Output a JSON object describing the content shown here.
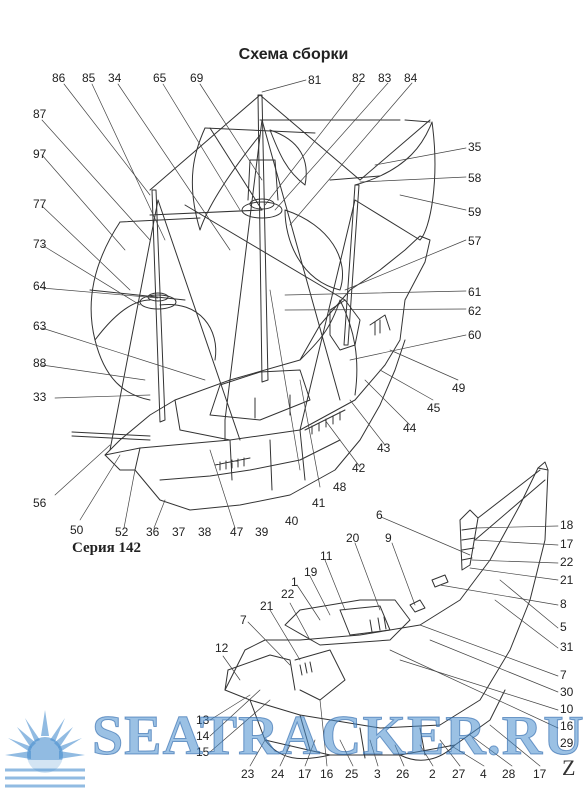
{
  "title": "Схема сборки",
  "series": "Серия 142",
  "watermark": "SEATRACKER.RU",
  "page_mark": "Z",
  "upper_labels": {
    "l86": "86",
    "l85": "85",
    "l34": "34",
    "l65": "65",
    "l69": "69",
    "l81": "81",
    "l82": "82",
    "l83": "83",
    "l84": "84",
    "l87": "87",
    "l97": "97",
    "l77": "77",
    "l73": "73",
    "l64": "64",
    "l63": "63",
    "l88": "88",
    "l33": "33",
    "l56": "56",
    "l50": "50",
    "l52": "52",
    "l36": "36",
    "l37": "37",
    "l38": "38",
    "l47": "47",
    "l39": "39",
    "l40": "40",
    "l41": "41",
    "l48": "48",
    "l42": "42",
    "l43": "43",
    "l44": "44",
    "l45": "45",
    "l49": "49",
    "l60": "60",
    "l62": "62",
    "l61": "61",
    "l57": "57",
    "l59": "59",
    "l58": "58",
    "l35": "35"
  },
  "lower_labels": {
    "l6": "6",
    "l18": "18",
    "l17a": "17",
    "l22a": "22",
    "l21a": "21",
    "l8": "8",
    "l20": "20",
    "l9": "9",
    "l11": "11",
    "l19": "19",
    "l1": "1",
    "l22b": "22",
    "l21b": "21",
    "l5": "5",
    "l31": "31",
    "l7a": "7",
    "l7b": "7",
    "l30": "30",
    "l10": "10",
    "l16a": "16",
    "l29": "29",
    "l12": "12",
    "l13": "13",
    "l14": "14",
    "l15": "15",
    "l23": "23",
    "l24": "24",
    "l17b": "17",
    "l16b": "16",
    "l25": "25",
    "l3": "3",
    "l26": "26",
    "l2": "2",
    "l27": "27",
    "l4": "4",
    "l28": "28",
    "l17c": "17"
  }
}
